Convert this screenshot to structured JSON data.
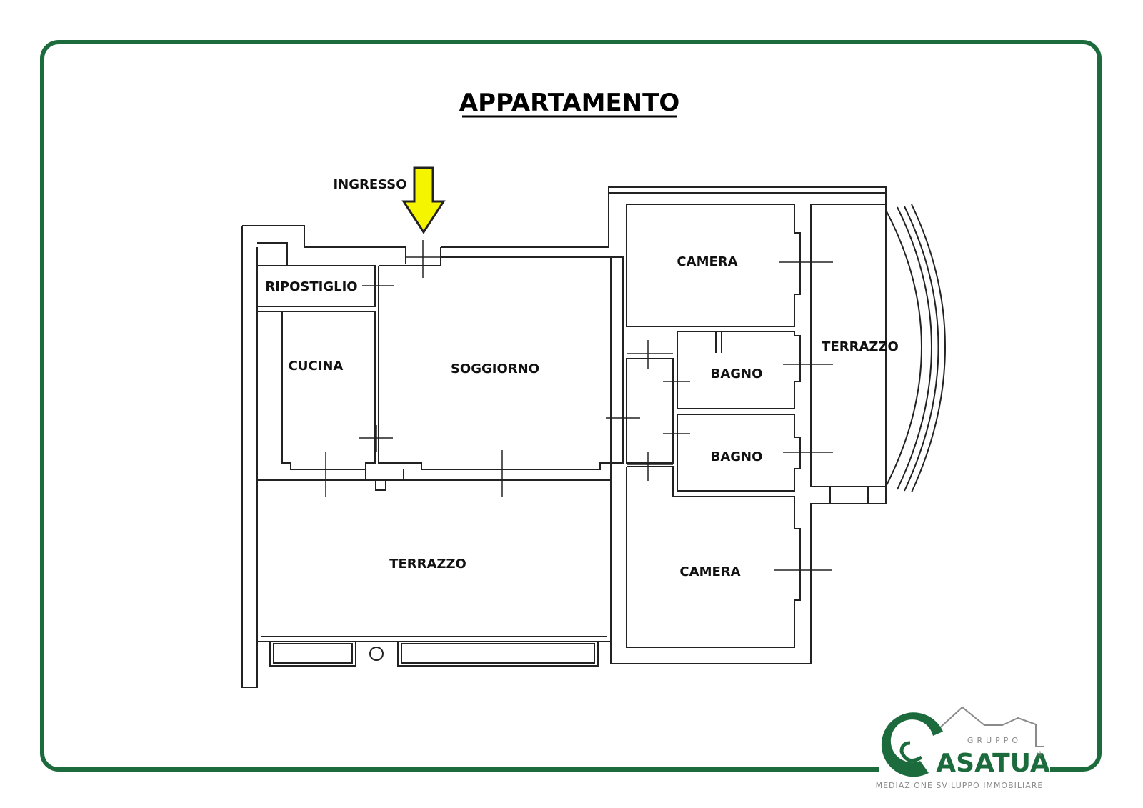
{
  "title": "APPARTAMENTO",
  "entrance_label": "INGRESSO",
  "rooms": {
    "ripostiglio": "RIPOSTIGLIO",
    "cucina": "CUCINA",
    "soggiorno": "SOGGIORNO",
    "terrazzo_main": "TERRAZZO",
    "camera_top": "CAMERA",
    "camera_bottom": "CAMERA",
    "bagno_top": "BAGNO",
    "bagno_bottom": "BAGNO",
    "terrazzo_side": "TERRAZZO"
  },
  "logo": {
    "group_label": "GRUPPO",
    "brand": "ASATUA",
    "tagline": "MEDIAZIONE SVILUPPO IMMOBILIARE",
    "registered": "®"
  },
  "colors": {
    "frame": "#1c6b3c",
    "arrow_fill": "#f5f500",
    "walls": "#222222"
  }
}
